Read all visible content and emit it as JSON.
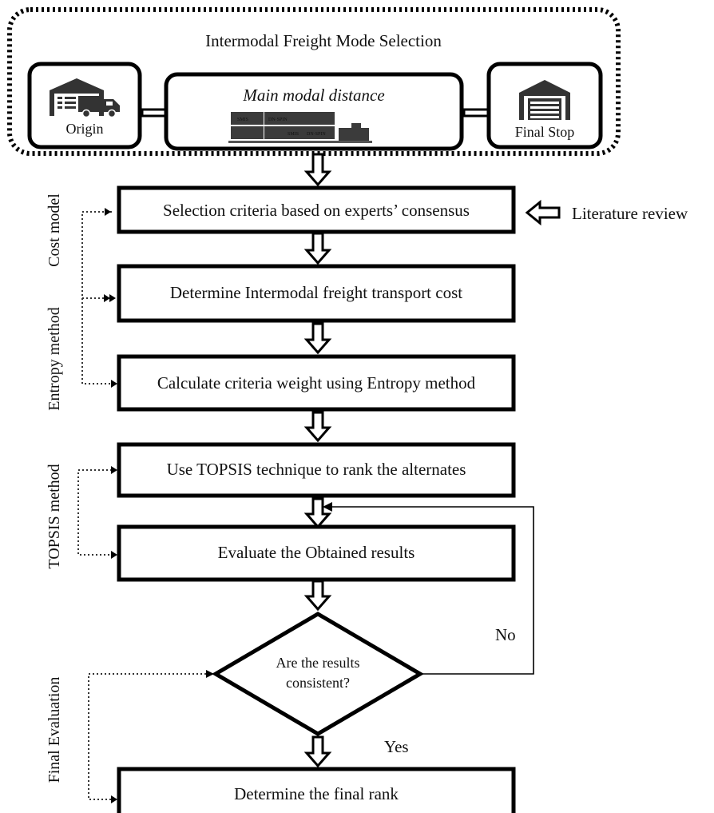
{
  "diagram": {
    "header": {
      "title": "Intermodal Freight Mode Selection",
      "origin_label": "Origin",
      "main_label": "Main modal distance",
      "final_label": "Final Stop"
    },
    "steps": [
      "Selection criteria based on experts’ consensus",
      "Determine Intermodal freight transport cost",
      "Calculate criteria weight using Entropy method",
      "Use TOPSIS technique to rank the alternates",
      "Evaluate the Obtained results"
    ],
    "decision": {
      "line1": "Are the results",
      "line2": "consistent?",
      "no_label": "No",
      "yes_label": "Yes"
    },
    "final_step": "Determine the final rank",
    "literature_review": "Literature review",
    "side_labels": {
      "cost_model": "Cost model",
      "entropy_method": "Entropy method",
      "topsis_method": "TOPSIS method",
      "final_evaluation": "Final Evaluation"
    },
    "container_text": [
      "SMIS",
      "DN·SPIN",
      "SMIS",
      "DN·SPIN"
    ],
    "colors": {
      "stroke": "#000000",
      "container": "#3b3b3b",
      "icon": "#333333"
    },
    "icons": [
      "warehouse-truck-icon",
      "container-train-icon",
      "warehouse-icon"
    ]
  }
}
